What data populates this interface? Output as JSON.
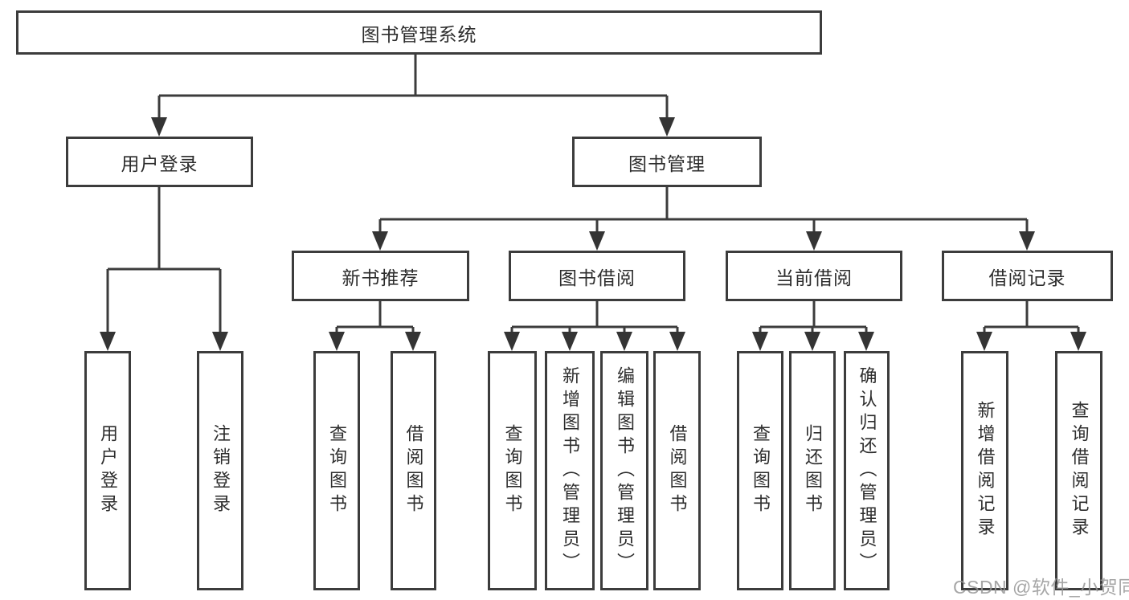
{
  "diagram": {
    "type": "hierarchy-tree",
    "colors": {
      "background": "#ffffff",
      "box_border": "#3c3c3c",
      "line": "#3c3c3c",
      "arrow": "#343434",
      "text": "#2d2d2d",
      "watermark": "#969696"
    },
    "nodes": {
      "root": "图书管理系统",
      "user_login_group": "用户登录",
      "book_mgmt": "图书管理",
      "login": "用户登录",
      "logout": "注销登录",
      "new_book_rec": "新书推荐",
      "book_borrow": "图书借阅",
      "current_borrow": "当前借阅",
      "borrow_records": "借阅记录",
      "rec_query_books": "查询图书",
      "rec_borrow_books": "借阅图书",
      "bb_query_books": "查询图书",
      "bb_add_books": "新增图书（管理员）",
      "bb_edit_books": "编辑图书（管理员）",
      "bb_borrow_books": "借阅图书",
      "cb_query_books": "查询图书",
      "cb_return_books": "归还图书",
      "cb_confirm_return": "确认归还（管理员）",
      "br_add_record": "新增借阅记录",
      "br_query_record": "查询借阅记录"
    },
    "hierarchy": {
      "label": "图书管理系统",
      "children": [
        {
          "label": "用户登录",
          "children": [
            {
              "label": "用户登录"
            },
            {
              "label": "注销登录"
            }
          ]
        },
        {
          "label": "图书管理",
          "children": [
            {
              "label": "新书推荐",
              "children": [
                {
                  "label": "查询图书"
                },
                {
                  "label": "借阅图书"
                }
              ]
            },
            {
              "label": "图书借阅",
              "children": [
                {
                  "label": "查询图书"
                },
                {
                  "label": "新增图书（管理员）"
                },
                {
                  "label": "编辑图书（管理员）"
                },
                {
                  "label": "借阅图书"
                }
              ]
            },
            {
              "label": "当前借阅",
              "children": [
                {
                  "label": "查询图书"
                },
                {
                  "label": "归还图书"
                },
                {
                  "label": "确认归还（管理员）"
                }
              ]
            },
            {
              "label": "借阅记录",
              "children": [
                {
                  "label": "新增借阅记录"
                },
                {
                  "label": "查询借阅记录"
                }
              ]
            }
          ]
        }
      ]
    },
    "watermark": {
      "text": "CSDN @软件_小贺同学"
    }
  }
}
